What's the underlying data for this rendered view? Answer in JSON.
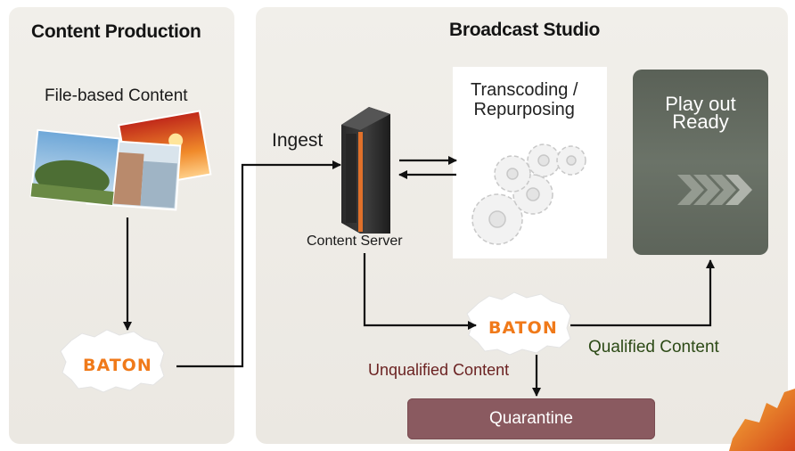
{
  "panels": {
    "content_production": {
      "title": "Content Production"
    },
    "broadcast_studio": {
      "title": "Broadcast Studio"
    }
  },
  "nodes": {
    "file_content": "File-based Content",
    "baton_1": "BATON",
    "ingest": "Ingest",
    "content_server": "Content Server",
    "transcoding": "Transcoding /",
    "repurposing": "Repurposing",
    "playout": "Play out",
    "ready": "Ready",
    "baton_2": "BATON",
    "qualified": "Qualified Content",
    "unqualified": "Unqualified Content",
    "quarantine": "Quarantine"
  },
  "colors": {
    "panel_bg": "#eeebe6",
    "baton_orange": "#f07a1a",
    "playout_green": "#626a5f",
    "quarantine_red": "#8a5a60",
    "qualified_text": "#2c4a16",
    "unqualified_text": "#6b2222"
  },
  "icons": [
    "photo-stack-icon",
    "server-tower-icon",
    "gears-icon",
    "chevrons-icon",
    "autumn-leaf-icon"
  ]
}
